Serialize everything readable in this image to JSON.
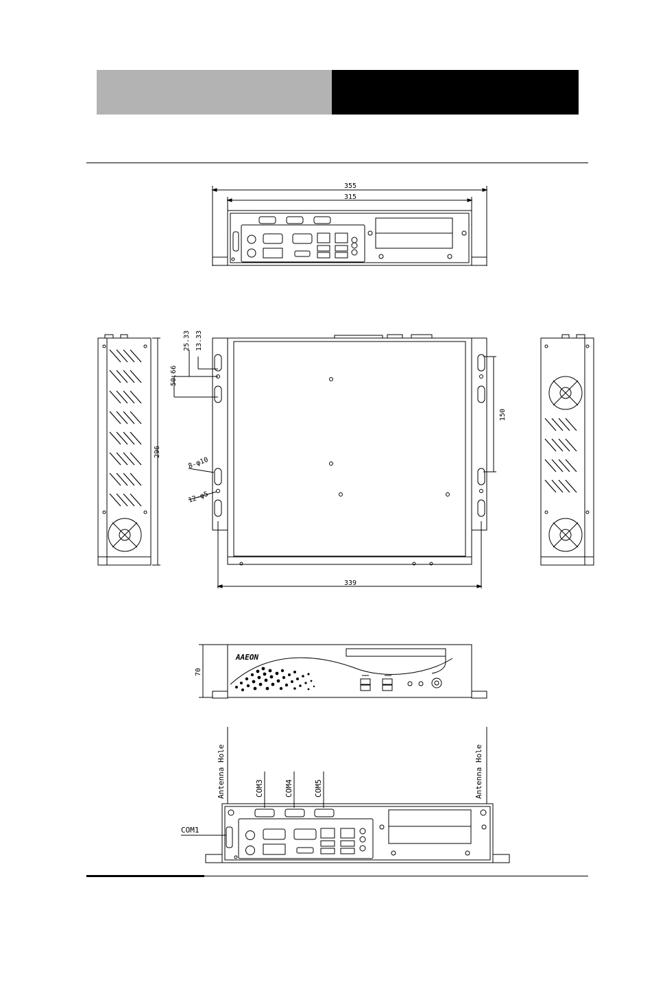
{
  "header": {
    "left_color": "#b3b3b3",
    "right_color": "#000000"
  },
  "rear_view": {
    "dim_overall": "355",
    "dim_inner": "315"
  },
  "top_view": {
    "dim_25_33": "25.33",
    "dim_13_33": "13.33",
    "dim_50_66": "50.66",
    "dim_296": "296",
    "dim_8_phi10": "8-φ10",
    "dim_12_phi5": "12-φ5",
    "dim_150": "150",
    "dim_339": "339"
  },
  "front_view": {
    "dim_height": "70"
  },
  "io_view": {
    "antenna_left": "Antenna Hole",
    "antenna_right": "Antenna Hole",
    "com3": "COM3",
    "com4": "COM4",
    "com5": "COM5",
    "com1": "COM1"
  },
  "icons": [
    "usb-icon",
    "fan-grille-icon",
    "db9-connector-icon",
    "lan-port-icon",
    "audio-jack-icon",
    "antenna-connector-icon",
    "brand-logo"
  ]
}
